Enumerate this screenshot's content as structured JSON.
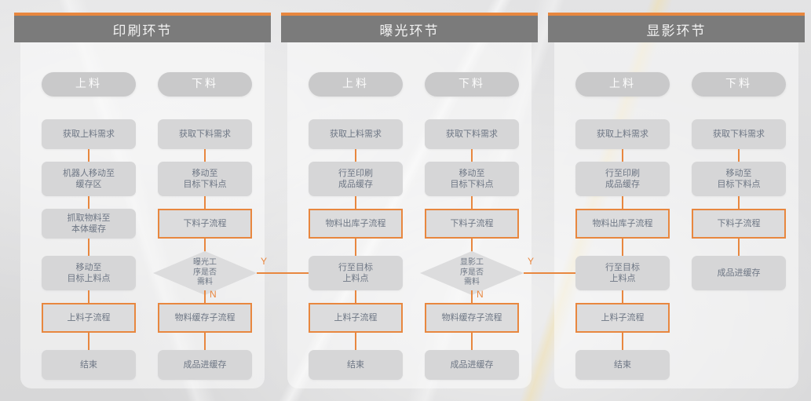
{
  "theme": {
    "accent": "#e8873f",
    "header_bg": "#7b7b7b",
    "node_bg": "#d6d6d7",
    "node_text": "#6d7684",
    "page_bg": "#dededf"
  },
  "edge_labels": {
    "yes": "Y",
    "no": "N"
  },
  "panels": [
    {
      "title": "印刷环节",
      "columns": [
        {
          "pill": "上料",
          "nodes": [
            {
              "text": "获取上料需求",
              "type": "normal",
              "lines": 1
            },
            {
              "text": "机器人移动至\n缓存区",
              "type": "normal",
              "lines": 2
            },
            {
              "text": "抓取物料至\n本体缓存",
              "type": "normal",
              "lines": 2
            },
            {
              "text": "移动至\n目标上料点",
              "type": "normal",
              "lines": 2
            },
            {
              "text": "上料子流程",
              "type": "subprocess",
              "lines": 1
            },
            {
              "text": "结束",
              "type": "normal",
              "lines": 1
            }
          ]
        },
        {
          "pill": "下料",
          "nodes": [
            {
              "text": "获取下料需求",
              "type": "normal",
              "lines": 1
            },
            {
              "text": "移动至\n目标下料点",
              "type": "normal",
              "lines": 2
            },
            {
              "text": "下料子流程",
              "type": "subprocess",
              "lines": 1
            },
            {
              "text": "曝光工\n序是否\n需料",
              "type": "decision",
              "lines": 3
            },
            {
              "text": "物料缓存子流程",
              "type": "subprocess",
              "lines": 1
            },
            {
              "text": "成品进缓存",
              "type": "normal",
              "lines": 1
            }
          ]
        }
      ]
    },
    {
      "title": "曝光环节",
      "columns": [
        {
          "pill": "上料",
          "nodes": [
            {
              "text": "获取上料需求",
              "type": "normal",
              "lines": 1
            },
            {
              "text": "行至印刷\n成品缓存",
              "type": "normal",
              "lines": 2
            },
            {
              "text": "物料出库子流程",
              "type": "subprocess",
              "lines": 1
            },
            {
              "text": "行至目标\n上料点",
              "type": "normal",
              "lines": 2
            },
            {
              "text": "上料子流程",
              "type": "subprocess",
              "lines": 1
            },
            {
              "text": "结束",
              "type": "normal",
              "lines": 1
            }
          ]
        },
        {
          "pill": "下料",
          "nodes": [
            {
              "text": "获取下料需求",
              "type": "normal",
              "lines": 1
            },
            {
              "text": "移动至\n目标下料点",
              "type": "normal",
              "lines": 2
            },
            {
              "text": "下料子流程",
              "type": "subprocess",
              "lines": 1
            },
            {
              "text": "显影工\n序是否\n需料",
              "type": "decision",
              "lines": 3
            },
            {
              "text": "物料缓存子流程",
              "type": "subprocess",
              "lines": 1
            },
            {
              "text": "成品进缓存",
              "type": "normal",
              "lines": 1
            }
          ]
        }
      ]
    },
    {
      "title": "显影环节",
      "columns": [
        {
          "pill": "上料",
          "nodes": [
            {
              "text": "获取上料需求",
              "type": "normal",
              "lines": 1
            },
            {
              "text": "行至印刷\n成品缓存",
              "type": "normal",
              "lines": 2
            },
            {
              "text": "物料出库子流程",
              "type": "subprocess",
              "lines": 1
            },
            {
              "text": "行至目标\n上料点",
              "type": "normal",
              "lines": 2
            },
            {
              "text": "上料子流程",
              "type": "subprocess",
              "lines": 1
            },
            {
              "text": "结束",
              "type": "normal",
              "lines": 1
            }
          ]
        },
        {
          "pill": "下料",
          "nodes": [
            {
              "text": "获取下料需求",
              "type": "normal",
              "lines": 1
            },
            {
              "text": "移动至\n目标下料点",
              "type": "normal",
              "lines": 2
            },
            {
              "text": "下料子流程",
              "type": "subprocess",
              "lines": 1
            },
            {
              "text": "成品进缓存",
              "type": "normal",
              "lines": 1
            }
          ]
        }
      ]
    }
  ]
}
